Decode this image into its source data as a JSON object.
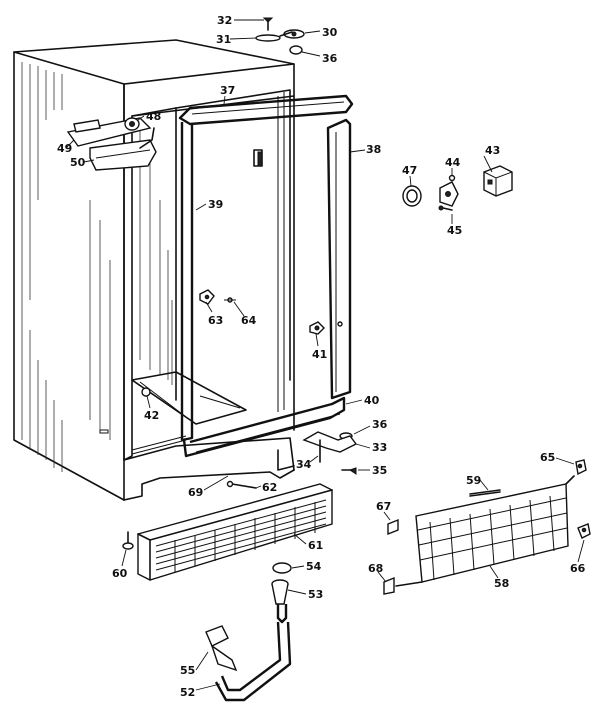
{
  "parts": [
    {
      "id": "p32",
      "label": "32"
    },
    {
      "id": "p30",
      "label": "30"
    },
    {
      "id": "p31",
      "label": "31"
    },
    {
      "id": "p36a",
      "label": "36"
    },
    {
      "id": "p37",
      "label": "37"
    },
    {
      "id": "p48",
      "label": "48"
    },
    {
      "id": "p49",
      "label": "49"
    },
    {
      "id": "p50",
      "label": "50"
    },
    {
      "id": "p38",
      "label": "38"
    },
    {
      "id": "p43",
      "label": "43"
    },
    {
      "id": "p47",
      "label": "47"
    },
    {
      "id": "p44",
      "label": "44"
    },
    {
      "id": "p45",
      "label": "45"
    },
    {
      "id": "p39",
      "label": "39"
    },
    {
      "id": "p63",
      "label": "63"
    },
    {
      "id": "p64",
      "label": "64"
    },
    {
      "id": "p41",
      "label": "41"
    },
    {
      "id": "p42",
      "label": "42"
    },
    {
      "id": "p40",
      "label": "40"
    },
    {
      "id": "p36b",
      "label": "36"
    },
    {
      "id": "p33",
      "label": "33"
    },
    {
      "id": "p34",
      "label": "34"
    },
    {
      "id": "p35",
      "label": "35"
    },
    {
      "id": "p65",
      "label": "65"
    },
    {
      "id": "p69",
      "label": "69"
    },
    {
      "id": "p62",
      "label": "62"
    },
    {
      "id": "p59",
      "label": "59"
    },
    {
      "id": "p67",
      "label": "67"
    },
    {
      "id": "p61",
      "label": "61"
    },
    {
      "id": "p60",
      "label": "60"
    },
    {
      "id": "p54",
      "label": "54"
    },
    {
      "id": "p68",
      "label": "68"
    },
    {
      "id": "p58",
      "label": "58"
    },
    {
      "id": "p66",
      "label": "66"
    },
    {
      "id": "p53",
      "label": "53"
    },
    {
      "id": "p55",
      "label": "55"
    },
    {
      "id": "p52",
      "label": "52"
    }
  ]
}
